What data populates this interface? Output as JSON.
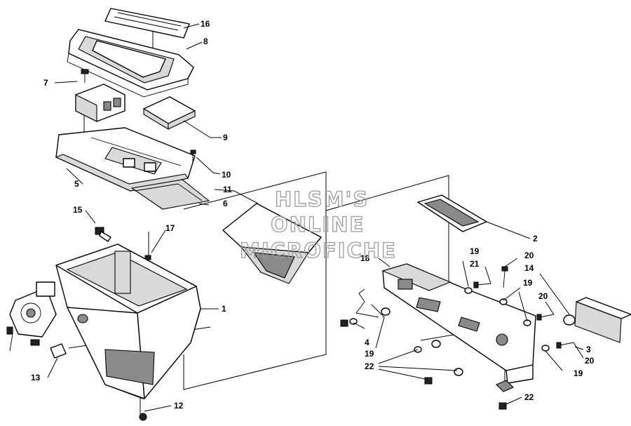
{
  "watermark": {
    "line1": "HLSM'S",
    "line2": "ONLINE",
    "line3": "MICROFICHE"
  },
  "callouts": {
    "c1": "1",
    "c2": "2",
    "c3": "3",
    "c4": "4",
    "c5": "5",
    "c6": "6",
    "c7": "7",
    "c8": "8",
    "c9": "9",
    "c10": "10",
    "c11": "11",
    "c12": "12",
    "c13": "13",
    "c14": "14",
    "c15": "15",
    "c16": "16",
    "c17": "17",
    "c18": "18",
    "c19a": "19",
    "c19b": "19",
    "c19c": "19",
    "c19d": "19",
    "c20a": "20",
    "c20b": "20",
    "c20c": "20",
    "c21": "21",
    "c22a": "22",
    "c22b": "22"
  }
}
